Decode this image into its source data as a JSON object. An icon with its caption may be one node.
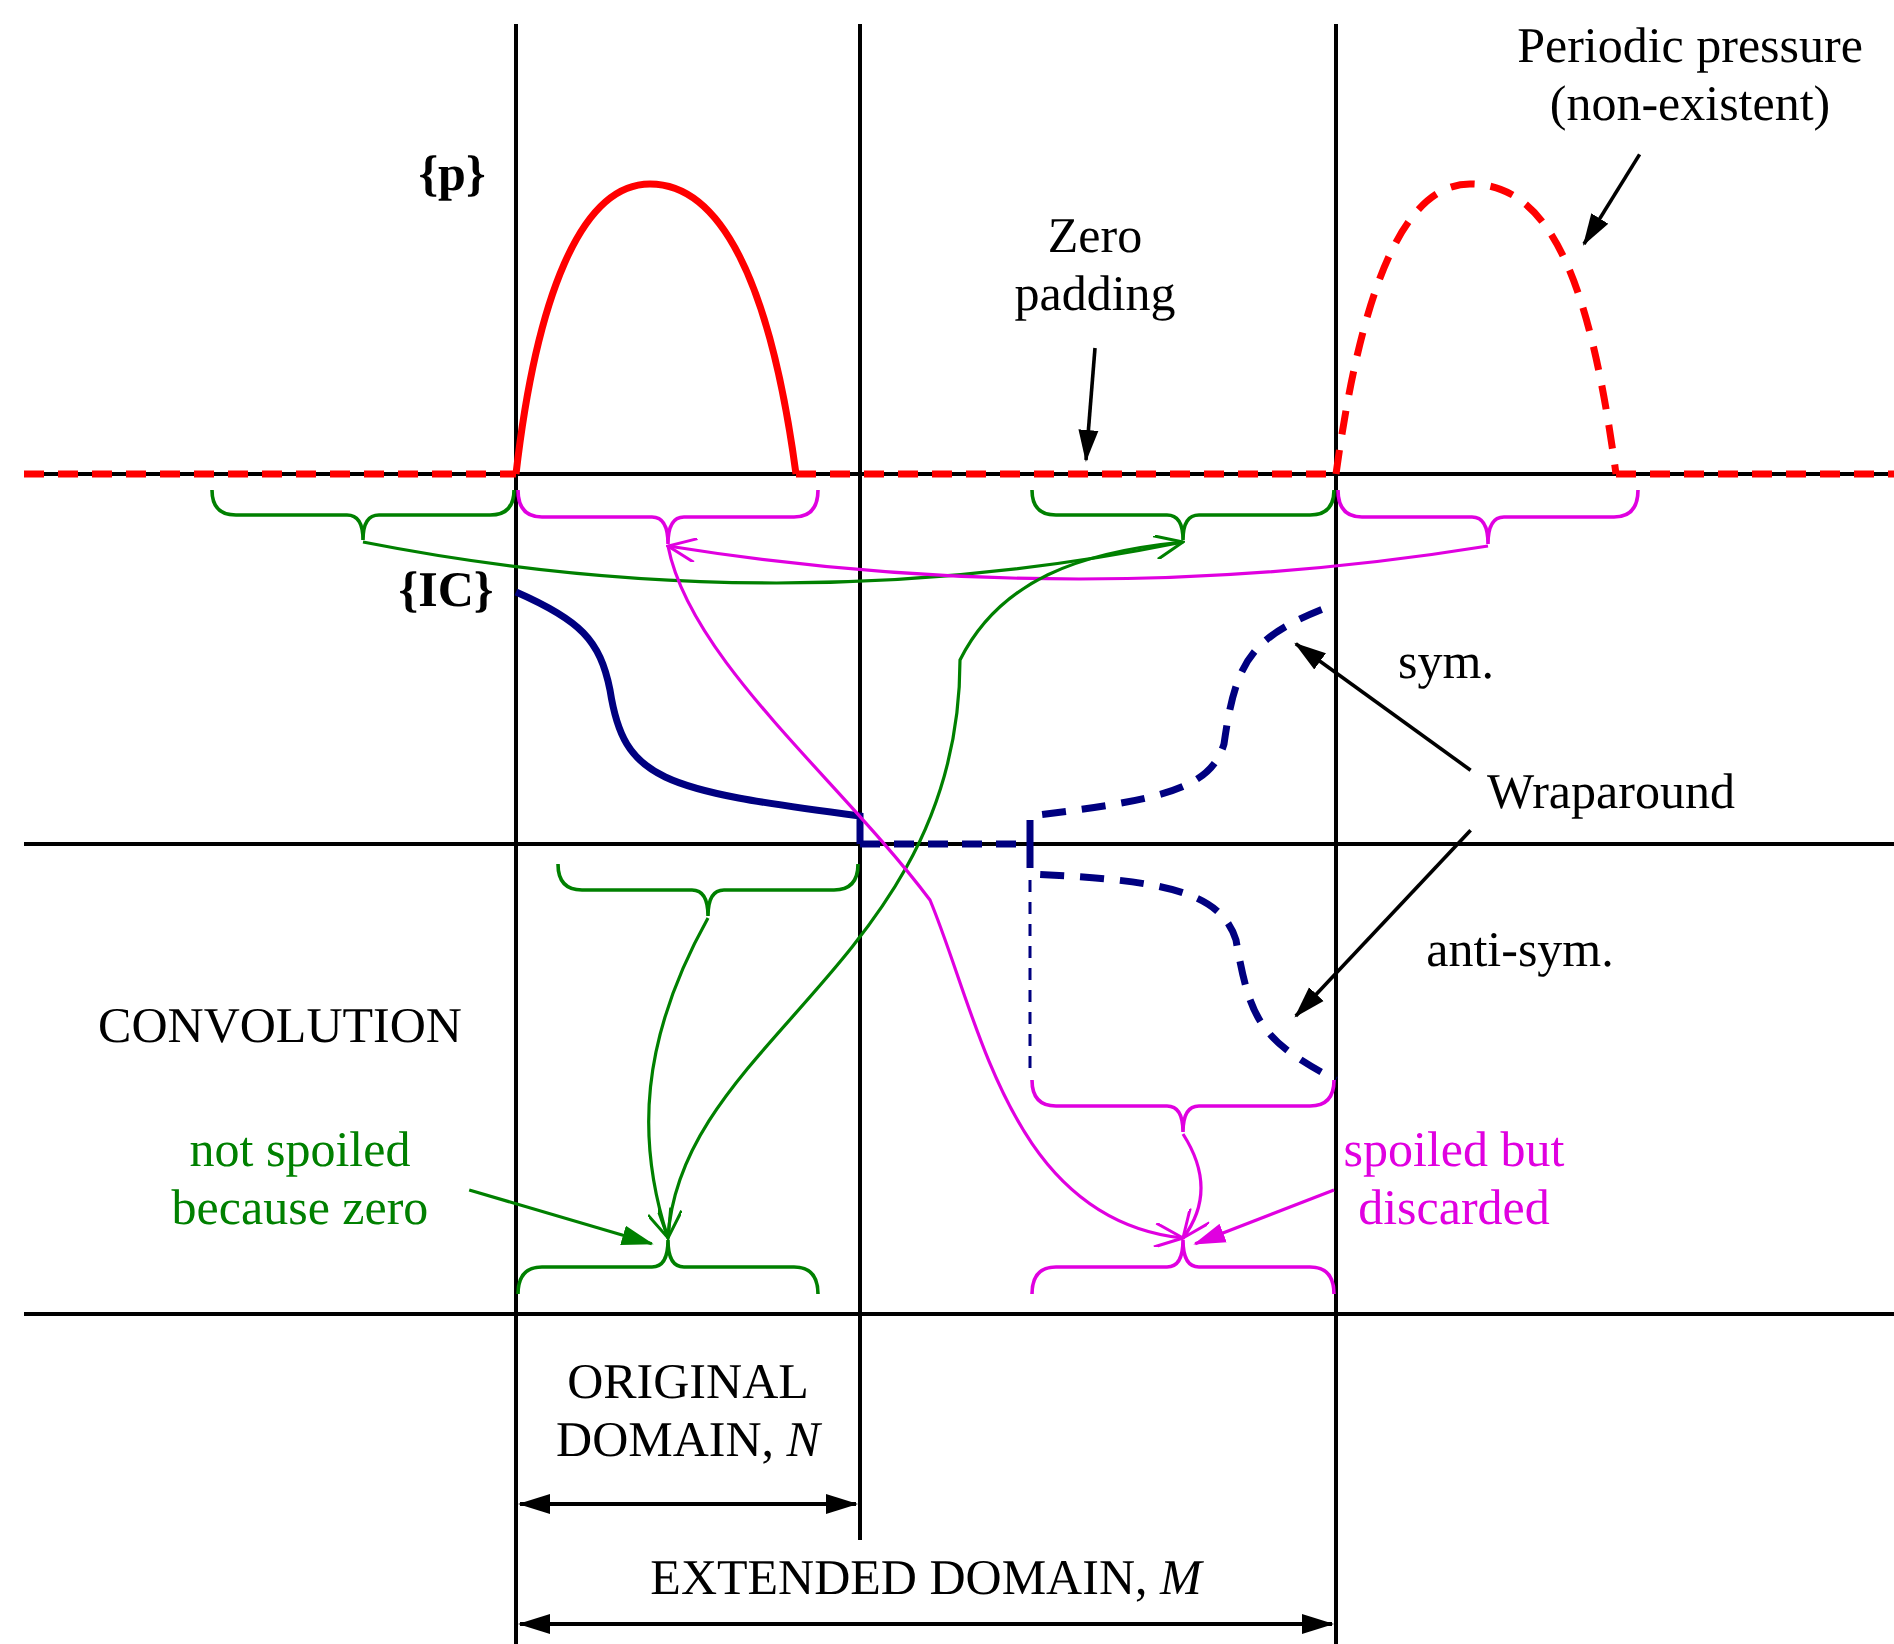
{
  "diagram": {
    "nodes": [
      {
        "text": [
          "Periodic pressure (non-existent)"
        ]
      },
      {
        "text": [
          "Zero padding"
        ]
      },
      {
        "text": [],
        "shape": "curve"
      },
      {
        "text": [],
        "shape": "line"
      },
      {
        "text": [],
        "shape": "bracket"
      },
      {
        "text": [],
        "shape": "bracket"
      },
      {
        "text": [],
        "shape": "bracket"
      },
      {
        "text": [],
        "shape": "bracket"
      },
      {
        "text": [],
        "shape": "curve"
      },
      {
        "text": [
          "Wraparound"
        ]
      },
      {
        "text": [],
        "shape": "curve"
      },
      {
        "text": [],
        "shape": "bracket"
      },
      {
        "text": [],
        "shape": "bracket"
      },
      {
        "text": [
          "not spoiled because zero"
        ]
      },
      {
        "text": [],
        "shape": "bracket"
      },
      {
        "text": [],
        "shape": "bracket"
      },
      {
        "text": [
          "spoiled but discarded"
        ]
      }
    ],
    "edges": [
      {
        "from": 0,
        "to": 2,
        "arrow": "to"
      },
      {
        "from": 1,
        "to": 3,
        "arrow": "to"
      },
      {
        "from": 4,
        "to": 6,
        "arrow": "to",
        "color": "#008000"
      },
      {
        "from": 7,
        "to": 5,
        "arrow": "to",
        "color": "#e000e0"
      },
      {
        "from": 9,
        "to": 8,
        "arrow": "to"
      },
      {
        "from": 9,
        "to": 10,
        "arrow": "to"
      },
      {
        "from": 11,
        "to": 14,
        "arrow": "to",
        "color": "#008000"
      },
      {
        "from": 12,
        "to": 15,
        "arrow": "to",
        "color": "#e000e0"
      },
      {
        "from": 6,
        "to": 14,
        "arrow": "to",
        "color": "#008000"
      },
      {
        "from": 5,
        "to": 15,
        "arrow": "to",
        "color": "#e000e0"
      },
      {
        "from": 13,
        "to": 14,
        "arrow": "to",
        "color": "#008000"
      },
      {
        "from": 16,
        "to": 15,
        "arrow": "to",
        "color": "#e000e0"
      }
    ],
    "labels": [
      "{p}",
      "{IC}",
      "sym.",
      "anti-sym.",
      "CONVOLUTION",
      "ORIGINAL DOMAIN, *N*",
      "EXTENDED DOMAIN, *M*"
    ]
  }
}
